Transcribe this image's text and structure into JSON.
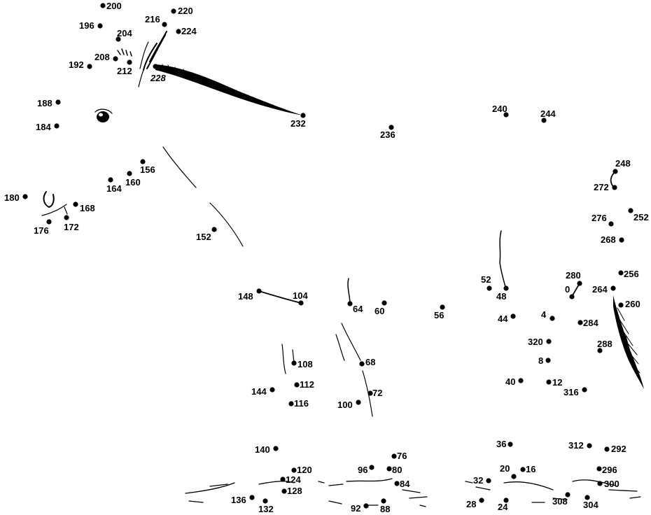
{
  "puzzle": {
    "points": [
      {
        "label": "0"
      },
      {
        "label": "4"
      },
      {
        "label": "8"
      },
      {
        "label": "12"
      },
      {
        "label": "16"
      },
      {
        "label": "20"
      },
      {
        "label": "24"
      },
      {
        "label": "28"
      },
      {
        "label": "32"
      },
      {
        "label": "36"
      },
      {
        "label": "40"
      },
      {
        "label": "44"
      },
      {
        "label": "48"
      },
      {
        "label": "52"
      },
      {
        "label": "56"
      },
      {
        "label": "60"
      },
      {
        "label": "64"
      },
      {
        "label": "68"
      },
      {
        "label": "72"
      },
      {
        "label": "76"
      },
      {
        "label": "80"
      },
      {
        "label": "84"
      },
      {
        "label": "88"
      },
      {
        "label": "92"
      },
      {
        "label": "96"
      },
      {
        "label": "100"
      },
      {
        "label": "104"
      },
      {
        "label": "108"
      },
      {
        "label": "112"
      },
      {
        "label": "116"
      },
      {
        "label": "120"
      },
      {
        "label": "124"
      },
      {
        "label": "128"
      },
      {
        "label": "132"
      },
      {
        "label": "136"
      },
      {
        "label": "140"
      },
      {
        "label": "144"
      },
      {
        "label": "148"
      },
      {
        "label": "152"
      },
      {
        "label": "156"
      },
      {
        "label": "160"
      },
      {
        "label": "164"
      },
      {
        "label": "168"
      },
      {
        "label": "172"
      },
      {
        "label": "176"
      },
      {
        "label": "180"
      },
      {
        "label": "184"
      },
      {
        "label": "188"
      },
      {
        "label": "192"
      },
      {
        "label": "196"
      },
      {
        "label": "200"
      },
      {
        "label": "204"
      },
      {
        "label": "208"
      },
      {
        "label": "212"
      },
      {
        "label": "216"
      },
      {
        "label": "220"
      },
      {
        "label": "224"
      },
      {
        "label": "228"
      },
      {
        "label": "232"
      },
      {
        "label": "236"
      },
      {
        "label": "240"
      },
      {
        "label": "244"
      },
      {
        "label": "248"
      },
      {
        "label": "252"
      },
      {
        "label": "256"
      },
      {
        "label": "260"
      },
      {
        "label": "264"
      },
      {
        "label": "268"
      },
      {
        "label": "272"
      },
      {
        "label": "276"
      },
      {
        "label": "280"
      },
      {
        "label": "284"
      },
      {
        "label": "288"
      },
      {
        "label": "292"
      },
      {
        "label": "296"
      },
      {
        "label": "300"
      },
      {
        "label": "304"
      },
      {
        "label": "308"
      },
      {
        "label": "312"
      },
      {
        "label": "316"
      },
      {
        "label": "320"
      }
    ]
  }
}
